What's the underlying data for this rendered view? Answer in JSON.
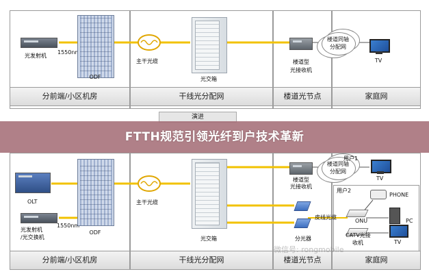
{
  "top": {
    "columns": [
      "分前端/小区机房",
      "干线光分配网",
      "楼道光节点",
      "家庭网"
    ],
    "labels": {
      "transmitter": "光发射机",
      "wavelength": "1550nm",
      "odf": "ODF",
      "trunk_cable": "主干光缆",
      "cross_box": "光交箱",
      "corridor_receiver_line1": "楼道型",
      "corridor_receiver_line2": "光接收机",
      "coax_line1": "楼道同轴",
      "coax_line2": "分配网",
      "tv": "TV"
    }
  },
  "evolve": "演进",
  "banner_title": "FTTH规范引领光纤到户技术革新",
  "bottom": {
    "columns": [
      "分前端/小区机房",
      "干线光分配网",
      "楼道光节点",
      "家庭网"
    ],
    "labels": {
      "olt": "OLT",
      "transmitter_line1": "光发射机",
      "transmitter_line2": "/光交换机",
      "wavelength": "1550nm",
      "odf": "ODF",
      "trunk_cable": "主干光缆",
      "cross_box": "光交箱",
      "corridor_receiver_line1": "楼道型",
      "corridor_receiver_line2": "光接收机",
      "coax_line1": "楼道同轴",
      "coax_line2": "分配网",
      "tv1": "TV",
      "user1": "用户1",
      "user2": "用户2",
      "leather_cable": "皮线光缆",
      "splitter": "分光器",
      "onu": "ONU",
      "catv_line1": "CATV光接",
      "catv_line2": "收机",
      "phone": "PHONE",
      "pc": "PC",
      "tv2": "TV"
    }
  },
  "watermark": "微信号: rongmobile",
  "colors": {
    "fiber": "#f2c200",
    "banner": "#a56e78",
    "panel_border": "#9a9a9a"
  }
}
